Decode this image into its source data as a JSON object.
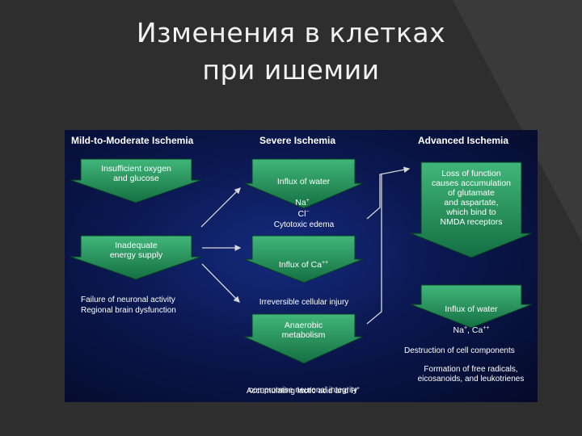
{
  "slide": {
    "title_line1": "Изменения в клетках",
    "title_line2": "при ишемии"
  },
  "columns": {
    "mild": "Mild-to-Moderate Ischemia",
    "severe": "Severe Ischemia",
    "advanced": "Advanced Ischemia"
  },
  "mild": {
    "box1": "Insufficient oxygen\nand glucose",
    "box2": "Inadequate\nenergy supply",
    "note1": "Failure of neuronal activity",
    "note2": "Regional brain dysfunction"
  },
  "severe": {
    "box1_line1": "Influx of water",
    "box1_line2": "Na",
    "box1_sup1": "+",
    "box1_line2b": "Cl",
    "box1_sup2": "−",
    "cytotoxic": "Cytotoxic edema",
    "box2": "Influx of Ca",
    "box2_sup": "++",
    "irreversible": "Irreversible cellular injury",
    "box3": "Anaerobic\nmetabolism",
    "bottom1": "Accumulating lactic acid and H",
    "bottom1_sup": "+",
    "bottom2": "compromise neuronal integrity"
  },
  "advanced": {
    "box1": "Loss of function\ncauses accumulation\nof glutamate\nand aspartate,\nwhich bind to\nNMDA receptors",
    "box2_line1": "Influx of water",
    "box2_line2": "Na",
    "box2_sup1": "+",
    "box2_line2b": ", Ca",
    "box2_sup2": "++",
    "note1": "Destruction of cell components",
    "note2": "Formation of free radicals,\neicosanoids, and leukotrienes"
  }
}
